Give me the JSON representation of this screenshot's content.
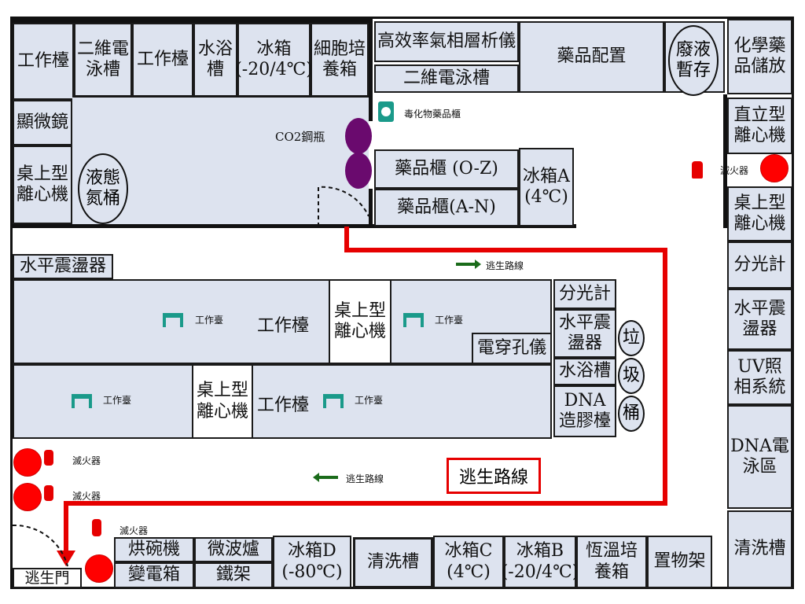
{
  "rooms": {
    "workbench_tl": "工作檯",
    "electro_2d_a": "二維電\n泳槽",
    "workbench_tl2": "工作檯",
    "water_bath": "水浴\n槽",
    "freezer_20": "冰箱\n(-20/4℃)",
    "incubator": "細胞培\n養箱",
    "hplc": "高效率氣相層析儀",
    "electro_2d_b": "二維電泳槽",
    "chem_prep": "藥品配置",
    "waste": "廢液\n暫存",
    "chem_storage": "化學藥\n品儲放",
    "microscope": "顯微鏡",
    "desk_centrifuge_l": "桌上型\n離心機",
    "liquid_n2": "液態\n氮桶",
    "co2": "CO2鋼瓶",
    "toxic_cabinet": "毒化物藥品櫃",
    "drug_oz": "藥品櫃 (O-Z)",
    "drug_an": "藥品櫃(A-N)",
    "fridge_a": "冰箱A\n(4℃)",
    "upright_centrifuge": "直立型\n離心機",
    "extinguisher_r": "滅火器",
    "desk_centrifuge_r": "桌上型\n離心機",
    "spectro_r": "分光計",
    "shaker_r": "水平震\n盪器",
    "uv_system": "UV照\n相系統",
    "dna_electro": "DNA電\n泳區",
    "sink_r": "清洗槽",
    "shaker_l": "水平震盪器",
    "workbench_mid1": "工作檯",
    "workbench_label_small": "工作臺",
    "desk_centrifuge_c1": "桌上型\n離心機",
    "workbench_mid2": "工作檯",
    "desk_centrifuge_c2": "桌上型\n離心機",
    "electroporator": "電穿孔儀",
    "spectro_c": "分光計",
    "shaker_c": "水平震\n盪器",
    "water_bath_c": "水浴槽",
    "dna_gel": "DNA\n造膠檯",
    "trash_1": "垃",
    "trash_2": "圾",
    "trash_3": "桶",
    "escape_route": "逃生路線",
    "extinguisher": "滅火器",
    "oven": "烘碗機",
    "microwave": "微波爐",
    "transformer": "變電箱",
    "rack": "鐵架",
    "freezer_d": "冰箱D\n(-80℃)",
    "sink_b": "清洗槽",
    "fridge_c": "冰箱C\n(4℃)",
    "freezer_b": "冰箱B\n(-20/4℃)",
    "incubator_b": "恆溫培\n養箱",
    "shelf": "置物架",
    "exit_door": "逃生門"
  },
  "colors": {
    "room_fill": "#dde3ef",
    "escape_route": "#e60000",
    "extinguisher": "#ff0000",
    "gas_cylinder": "#6a0a6e",
    "arrow_green": "#1a6b1a",
    "table_icon": "#1a9a8a"
  }
}
